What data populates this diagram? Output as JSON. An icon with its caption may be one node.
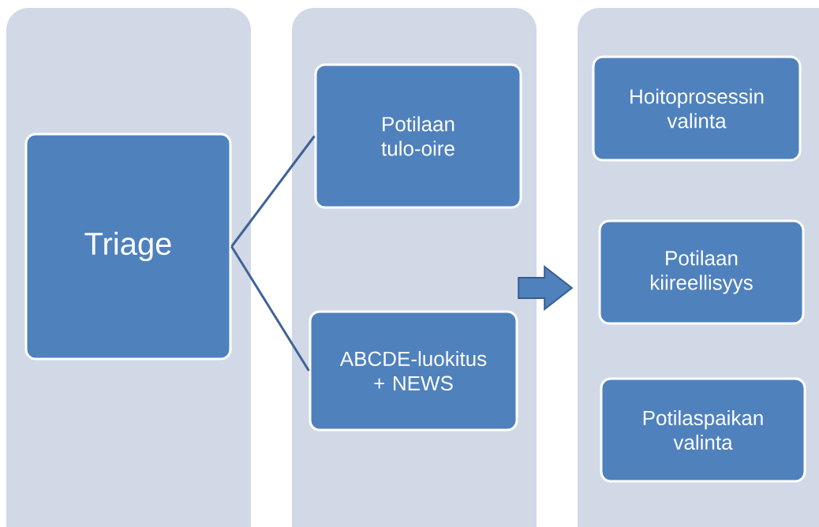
{
  "diagram": {
    "nodes": [
      {
        "text": [],
        "shape": "box"
      },
      {
        "text": [
          "Triage"
        ],
        "in": 0
      },
      {
        "text": [],
        "shape": "box"
      },
      {
        "text": [
          "Potilaan tulo-oire"
        ],
        "in": 2
      },
      {
        "text": [
          "ABCDE-luokitus + NEWS"
        ],
        "in": 2
      },
      {
        "text": [],
        "shape": "box"
      },
      {
        "text": [
          "Hoitoprosessin valinta"
        ],
        "in": 5
      },
      {
        "text": [
          "Potilaan kiireellisyys"
        ],
        "in": 5
      },
      {
        "text": [
          "Potilaspaikan valinta"
        ],
        "in": 5
      }
    ],
    "edges": [
      {
        "from": 1,
        "to": 3,
        "arrow": "none"
      },
      {
        "from": 1,
        "to": 4,
        "arrow": "none"
      },
      {
        "from": 2,
        "to": 5,
        "arrow": "to",
        "style": "thick"
      }
    ]
  }
}
